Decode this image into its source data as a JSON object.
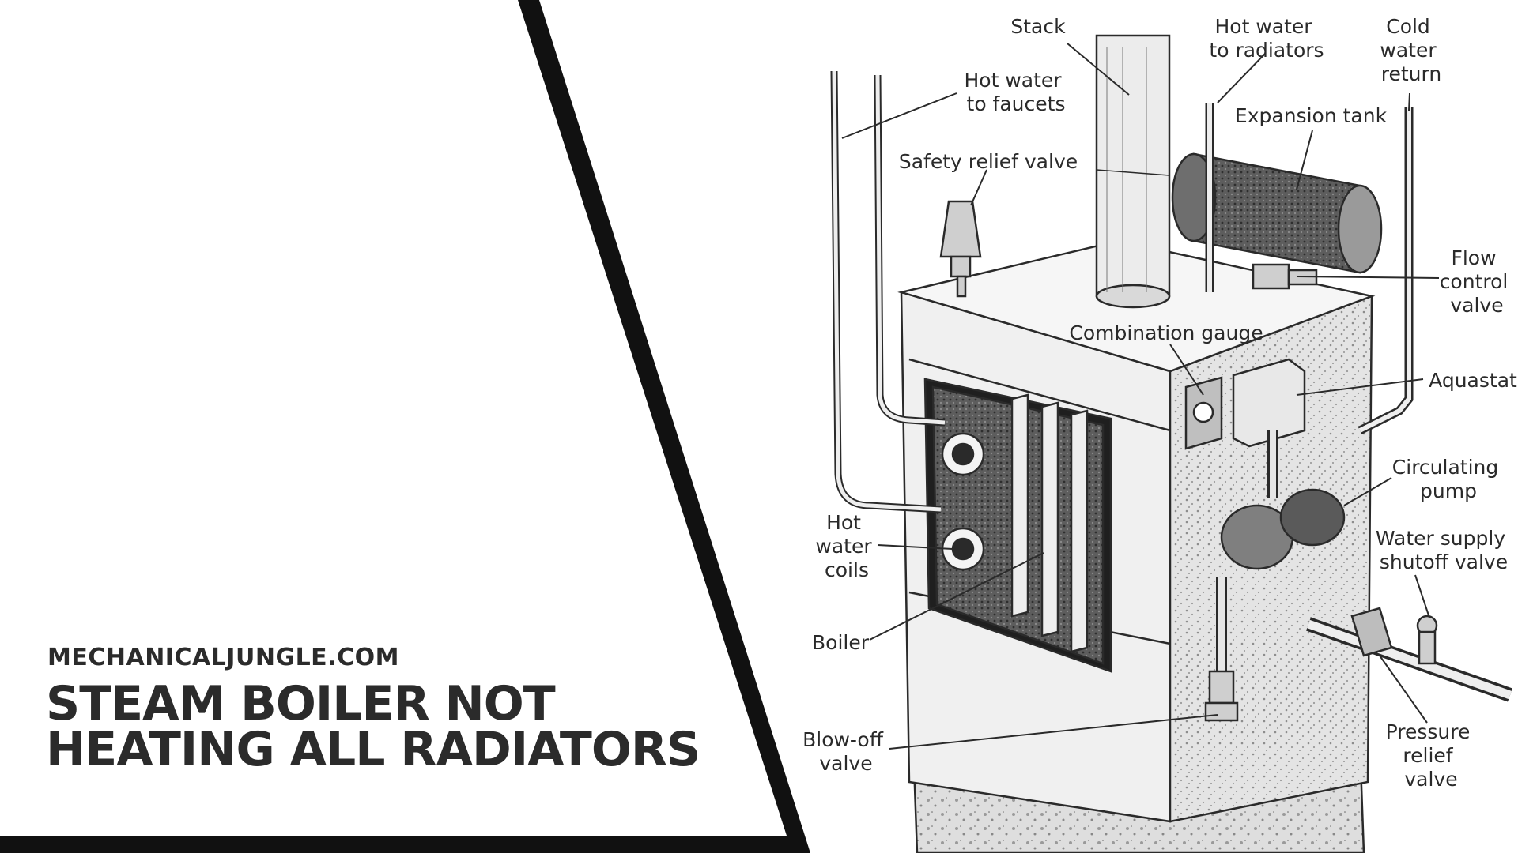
{
  "site": "MECHANICALJUNGLE.COM",
  "title": "STEAM BOILER NOT HEATING ALL RADIATORS",
  "labels": {
    "stack": "Stack",
    "hot_water_to_radiators": [
      "Hot water",
      "to radiators"
    ],
    "cold_water_return": [
      "Cold",
      "water",
      "return"
    ],
    "hot_water_to_faucets": [
      "Hot water",
      "to faucets"
    ],
    "expansion_tank": "Expansion tank",
    "safety_relief_valve": "Safety relief valve",
    "flow_control_valve": [
      "Flow",
      "control",
      "valve"
    ],
    "combination_gauge": "Combination gauge",
    "aquastat": "Aquastat",
    "circulating_pump": [
      "Circulating",
      "pump"
    ],
    "hot_water_coils": [
      "Hot",
      "water",
      "coils"
    ],
    "water_supply_shutoff_valve": [
      "Water supply",
      "shutoff valve"
    ],
    "boiler": "Boiler",
    "blow_off_valve": [
      "Blow-off",
      "valve"
    ],
    "pressure_relief_valve": [
      "Pressure",
      "relief",
      "valve"
    ]
  }
}
